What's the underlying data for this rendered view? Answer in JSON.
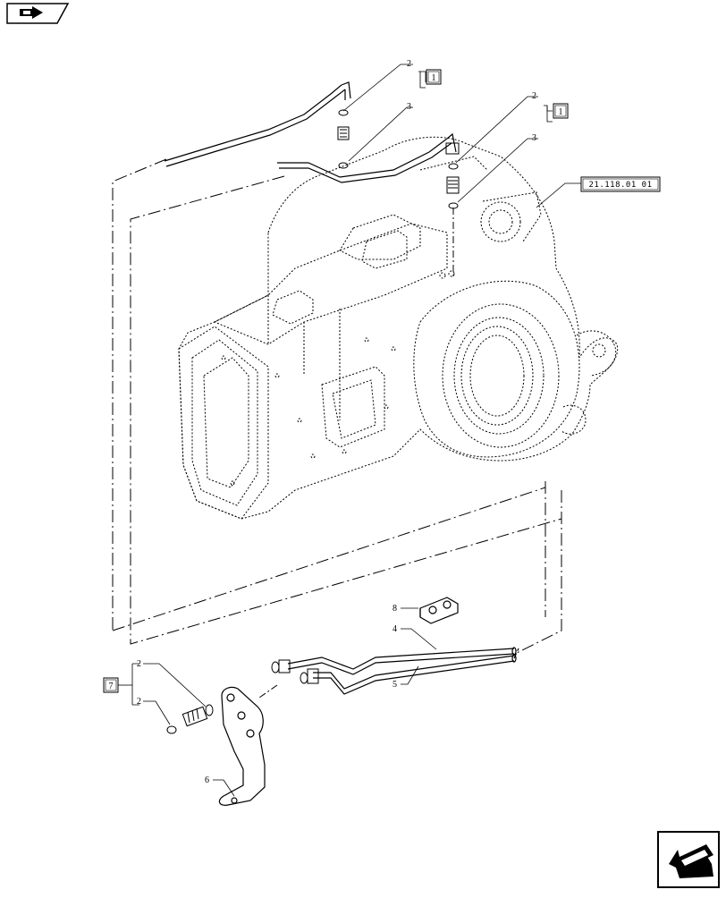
{
  "diagram": {
    "callouts": {
      "c2_top_left": "2",
      "c3_top_left": "3",
      "c2_top_right": "2",
      "c3_top_right": "3",
      "c8": "8",
      "c4": "4",
      "c5": "5",
      "c2_bottom_a": "2",
      "c2_bottom_b": "2",
      "c6": "6"
    },
    "kit_boxes": {
      "kit_top_left": "1",
      "kit_top_right": "1",
      "kit_bottom_left": "7"
    },
    "reference_box": "21.118.01 01"
  },
  "navigation": {
    "prev_icon": "previous-page-arrow-icon",
    "next_icon": "next-page-arrow-icon"
  }
}
